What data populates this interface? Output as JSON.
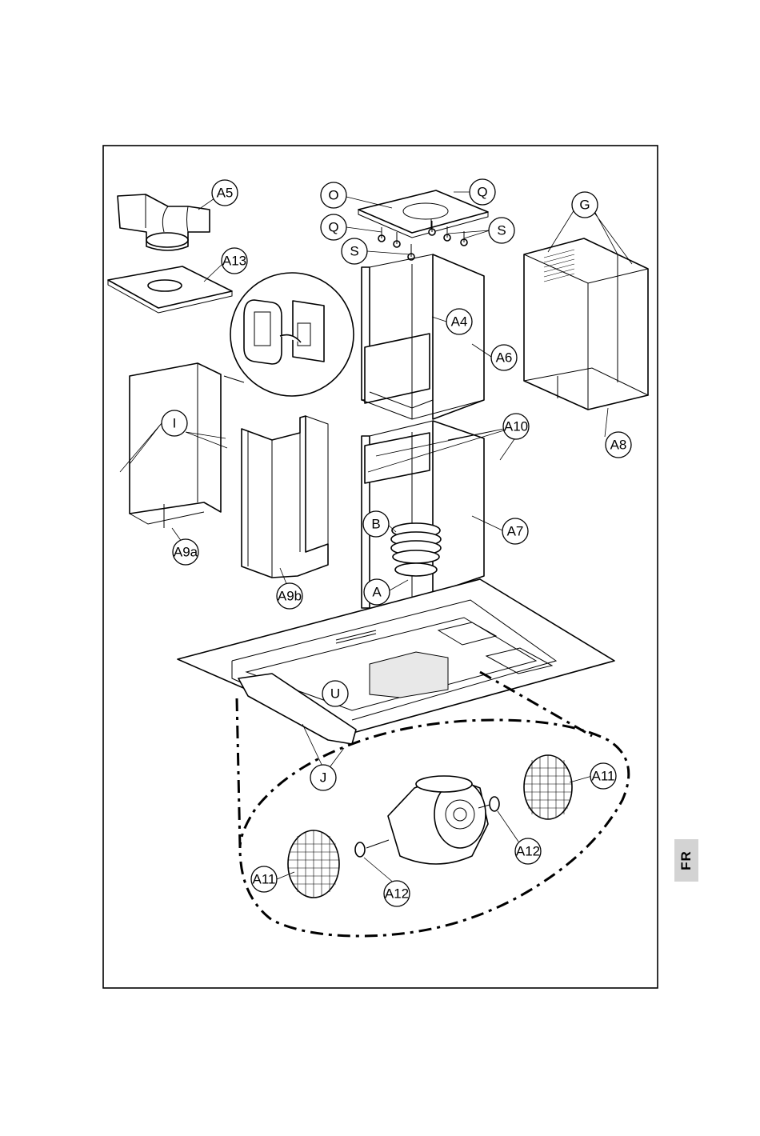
{
  "callouts": {
    "A5": "A5",
    "O": "O",
    "Q_top": "Q",
    "Q_left": "Q",
    "S_right": "S",
    "S_left": "S",
    "G": "G",
    "A13": "A13",
    "A4": "A4",
    "A6": "A6",
    "I": "I",
    "A8": "A8",
    "A10": "A10",
    "A9a": "A9a",
    "B": "B",
    "A7": "A7",
    "A9b": "A9b",
    "A": "A",
    "U": "U",
    "J": "J",
    "A11_right": "A11",
    "A12_right": "A12",
    "A11_left": "A11",
    "A12_left": "A12"
  },
  "language_tab": "FR"
}
